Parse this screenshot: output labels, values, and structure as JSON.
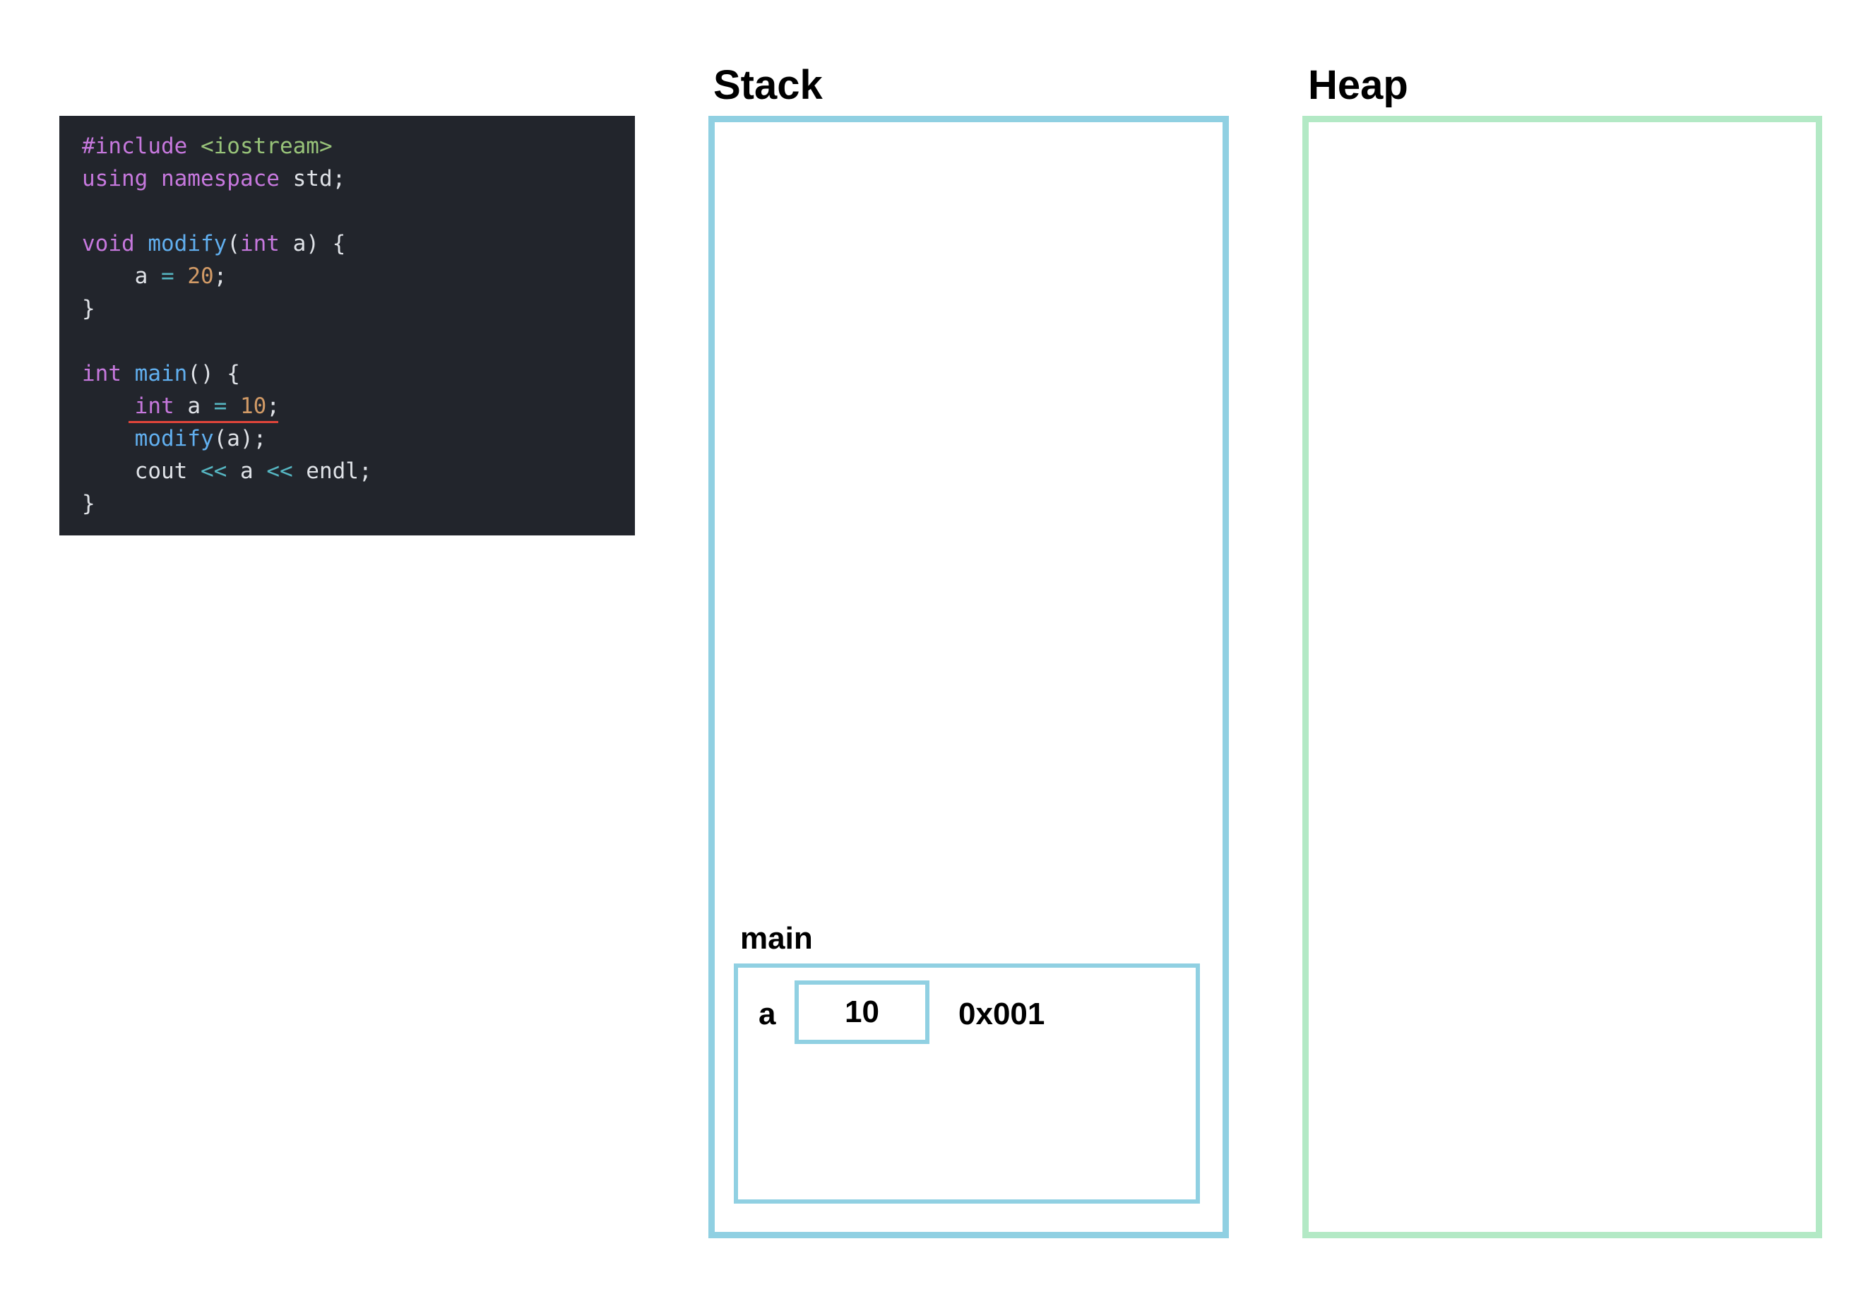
{
  "code": {
    "lines": [
      [
        {
          "t": "#include ",
          "c": "kw"
        },
        {
          "t": "<iostream>",
          "c": "str"
        }
      ],
      [
        {
          "t": "using ",
          "c": "kw"
        },
        {
          "t": "namespace ",
          "c": "kw"
        },
        {
          "t": "std;",
          "c": "plain"
        }
      ],
      [],
      [
        {
          "t": "void ",
          "c": "kw"
        },
        {
          "t": "modify",
          "c": "fn"
        },
        {
          "t": "(",
          "c": "plain"
        },
        {
          "t": "int ",
          "c": "kw"
        },
        {
          "t": "a) {",
          "c": "plain"
        }
      ],
      [
        {
          "t": "    a ",
          "c": "plain"
        },
        {
          "t": "=",
          "c": "op"
        },
        {
          "t": " ",
          "c": "plain"
        },
        {
          "t": "20",
          "c": "num"
        },
        {
          "t": ";",
          "c": "plain"
        }
      ],
      [
        {
          "t": "}",
          "c": "plain"
        }
      ],
      [],
      [
        {
          "t": "int ",
          "c": "kw"
        },
        {
          "t": "main",
          "c": "fn"
        },
        {
          "t": "() {",
          "c": "plain"
        }
      ],
      [
        {
          "t": "    ",
          "c": "plain"
        },
        {
          "t": "int ",
          "c": "kw"
        },
        {
          "t": "a ",
          "c": "plain"
        },
        {
          "t": "=",
          "c": "op"
        },
        {
          "t": " ",
          "c": "plain"
        },
        {
          "t": "10",
          "c": "num"
        },
        {
          "t": ";",
          "c": "plain"
        }
      ],
      [
        {
          "t": "    ",
          "c": "plain"
        },
        {
          "t": "modify",
          "c": "fn"
        },
        {
          "t": "(a);",
          "c": "plain"
        }
      ],
      [
        {
          "t": "    cout ",
          "c": "plain"
        },
        {
          "t": "<<",
          "c": "op"
        },
        {
          "t": " a ",
          "c": "plain"
        },
        {
          "t": "<<",
          "c": "op"
        },
        {
          "t": " endl;",
          "c": "plain"
        }
      ],
      [
        {
          "t": "}",
          "c": "plain"
        }
      ]
    ],
    "highlighted_line": 8
  },
  "stack": {
    "title": "Stack",
    "frame": {
      "name": "main",
      "variable": {
        "name": "a",
        "value": "10",
        "address": "0x001"
      }
    }
  },
  "heap": {
    "title": "Heap"
  },
  "colors": {
    "code_bg": "#22252c",
    "stack_border": "#90d0e2",
    "heap_border": "#b3e9c5",
    "highlight": "#e0453a"
  }
}
